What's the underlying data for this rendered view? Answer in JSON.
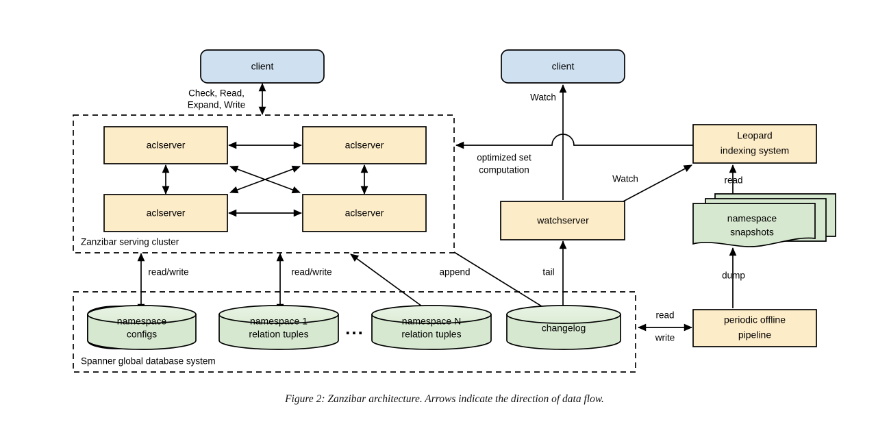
{
  "figure": {
    "caption": "Figure 2: Zanzibar architecture. Arrows indicate the direction of data flow."
  },
  "colors": {
    "client_fill": "#cfe0f0",
    "server_fill": "#fdecc8",
    "store_fill": "#d7e8d0",
    "stroke": "#000000",
    "background": "#ffffff"
  },
  "zones": [
    {
      "id": "serving-cluster",
      "label": "Zanzibar serving cluster"
    },
    {
      "id": "spanner",
      "label": "Spanner global database system"
    }
  ],
  "nodes": {
    "client_left": {
      "label": "client",
      "shape": "rounded-rect",
      "fill": "client_fill"
    },
    "client_right": {
      "label": "client",
      "shape": "rounded-rect",
      "fill": "client_fill"
    },
    "aclserver_tl": {
      "label": "aclserver",
      "shape": "rect",
      "fill": "server_fill"
    },
    "aclserver_tr": {
      "label": "aclserver",
      "shape": "rect",
      "fill": "server_fill"
    },
    "aclserver_bl": {
      "label": "aclserver",
      "shape": "rect",
      "fill": "server_fill"
    },
    "aclserver_br": {
      "label": "aclserver",
      "shape": "rect",
      "fill": "server_fill"
    },
    "namespace_configs": {
      "label_line1": "namespace",
      "label_line2": "configs",
      "shape": "cylinder",
      "fill": "store_fill"
    },
    "namespace_1": {
      "label_line1": "namespace 1",
      "label_line2": "relation tuples",
      "shape": "cylinder",
      "fill": "store_fill"
    },
    "namespace_n": {
      "label_line1": "namespace N",
      "label_line2": "relation tuples",
      "shape": "cylinder",
      "fill": "store_fill"
    },
    "changelog": {
      "label": "changelog",
      "shape": "cylinder",
      "fill": "store_fill"
    },
    "watchserver": {
      "label": "watchserver",
      "shape": "rect",
      "fill": "server_fill"
    },
    "leopard": {
      "label_line1": "Leopard",
      "label_line2": "indexing system",
      "shape": "rect",
      "fill": "server_fill"
    },
    "namespace_snapshots": {
      "label_line1": "namespace",
      "label_line2": "snapshots",
      "shape": "document-stack",
      "fill": "store_fill"
    },
    "periodic_pipeline": {
      "label_line1": "periodic offline",
      "label_line2": "pipeline",
      "shape": "rect",
      "fill": "server_fill"
    },
    "ellipsis": {
      "label": "..."
    }
  },
  "edge_labels": {
    "client_api_line1": "Check, Read,",
    "client_api_line2": "Expand, Write",
    "read_write_1": "read/write",
    "read_write_2": "read/write",
    "append": "append",
    "tail": "tail",
    "watch_client": "Watch",
    "watch_leopard": "Watch",
    "optimized_line1": "optimized set",
    "optimized_line2": "computation",
    "read_snapshots": "read",
    "dump": "dump",
    "read_changelog": "read",
    "write_changelog": "write"
  }
}
